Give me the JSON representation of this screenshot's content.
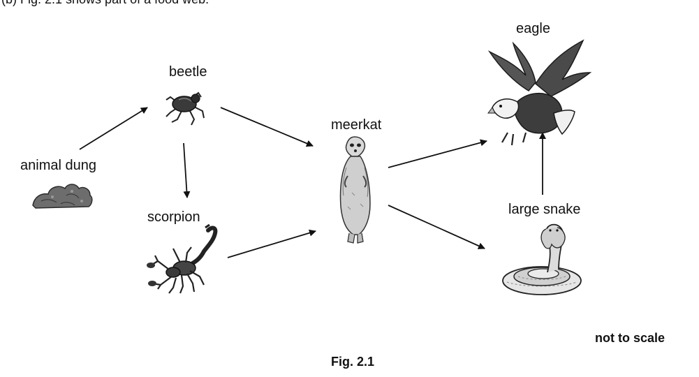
{
  "header": {
    "partial_text": "(b)  Fig. 2.1 shows part of a food web."
  },
  "organisms": {
    "animal_dung": "animal dung",
    "beetle": "beetle",
    "scorpion": "scorpion",
    "meerkat": "meerkat",
    "eagle": "eagle",
    "large_snake": "large snake"
  },
  "note": "not to scale",
  "caption": "Fig. 2.1",
  "food_chain_links": [
    {
      "from": "animal dung",
      "to": "beetle"
    },
    {
      "from": "beetle",
      "to": "scorpion"
    },
    {
      "from": "beetle",
      "to": "meerkat"
    },
    {
      "from": "scorpion",
      "to": "meerkat"
    },
    {
      "from": "meerkat",
      "to": "eagle"
    },
    {
      "from": "meerkat",
      "to": "large snake"
    },
    {
      "from": "large snake",
      "to": "eagle"
    }
  ]
}
